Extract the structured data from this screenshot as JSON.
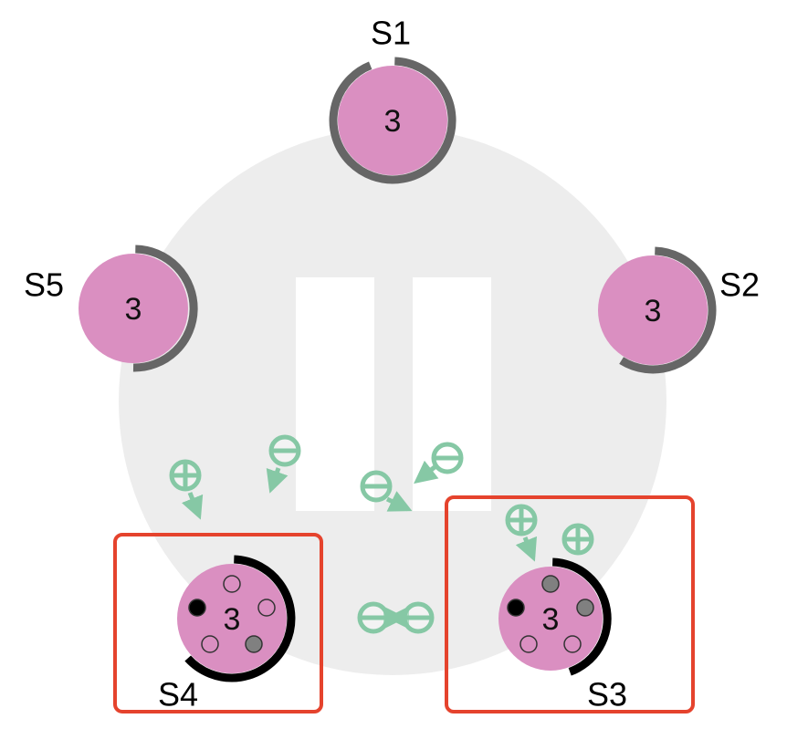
{
  "colors": {
    "background_disc": "#ededed",
    "pause_bars": "#ffffff",
    "node_fill": "#da8fc1",
    "arc_gray": "#666666",
    "arc_black": "#000000",
    "highlight_box": "#e5432d",
    "message_green": "#86c8a5",
    "dot_gray": "#808080",
    "dot_black": "#000000",
    "dot_empty": "#da8fc1"
  },
  "icons": {
    "background": "pause-icon",
    "message_vote": "plus-circle-icon",
    "message_reject": "minus-circle-icon"
  },
  "nodes": [
    {
      "id": "S1",
      "label": "S1",
      "term": "3",
      "arc": "gray",
      "highlighted": false
    },
    {
      "id": "S2",
      "label": "S2",
      "term": "3",
      "arc": "gray",
      "highlighted": false
    },
    {
      "id": "S3",
      "label": "S3",
      "term": "3",
      "arc": "black",
      "highlighted": true,
      "log_dots": [
        "gray",
        "gray",
        "empty",
        "empty",
        "black"
      ]
    },
    {
      "id": "S4",
      "label": "S4",
      "term": "3",
      "arc": "black",
      "highlighted": true,
      "log_dots": [
        "empty",
        "empty",
        "gray",
        "empty",
        "black"
      ]
    },
    {
      "id": "S5",
      "label": "S5",
      "term": "3",
      "arc": "gray",
      "highlighted": false
    }
  ],
  "messages": [
    {
      "kind": "plus",
      "from": "S4",
      "to": "S4",
      "label": ""
    },
    {
      "kind": "minus",
      "from": "S4",
      "to": "S4",
      "label": ""
    },
    {
      "kind": "minus",
      "from": "S3",
      "to": "S3",
      "label": ""
    },
    {
      "kind": "minus",
      "from": "S3",
      "to": "S3",
      "label": ""
    },
    {
      "kind": "plus",
      "from": "S3",
      "to": "S3",
      "label": ""
    },
    {
      "kind": "plus",
      "from": "S3",
      "to": "S3",
      "label": ""
    },
    {
      "kind": "minus",
      "from": "S3",
      "to": "S4",
      "label": ""
    },
    {
      "kind": "minus",
      "from": "S4",
      "to": "S3",
      "label": ""
    }
  ]
}
